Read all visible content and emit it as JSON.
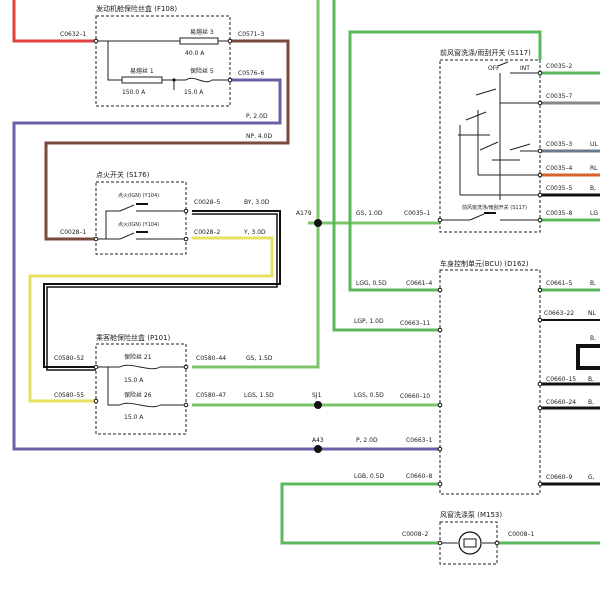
{
  "modules": {
    "engine_fuse_box": {
      "title": "发动机舱保险丝盒 (F108)"
    },
    "front_switch": {
      "title": "前风窗洗涤/雨刮开关 (S117)",
      "inner_label": "前风窗洗涤/雨刮开关 (S117)"
    },
    "ignition": {
      "title": "点火开关 (S176)"
    },
    "bcu": {
      "title": "车身控制单元(BCU) (D162)"
    },
    "cabin_fuse_box": {
      "title": "乘客舱保险丝盒 (P101)"
    },
    "washer_pump": {
      "title": "风窗洗涤泵 (M153)"
    }
  },
  "fuses": {
    "fuse3": {
      "name": "易熔丝 3",
      "rating": "40.0 A"
    },
    "fuse1": {
      "name": "易熔丝 1",
      "rating": "150.0 A"
    },
    "fuse5": {
      "name": "保险丝 5",
      "rating": "15.0 A"
    },
    "fuse21": {
      "name": "保险丝 21",
      "rating": "15.0 A"
    },
    "fuse26": {
      "name": "保险丝 26",
      "rating": "15.0 A"
    }
  },
  "switch_positions": {
    "off": "OFF",
    "int": "INT"
  },
  "ignition_contacts": [
    "点火(IGN) (Y104)",
    "点火(IGN) (Y104)"
  ],
  "connectors": {
    "c0632_1": "C0632–1",
    "c0571_3": "C0571–3",
    "c0576_6": "C0576–6",
    "c0028_5": "C0028–5",
    "c0028_1": "C0028–1",
    "c0028_2": "C0028–2",
    "c0580_52": "C0580–52",
    "c0580_55": "C0580–55",
    "c0580_44": "C0580–44",
    "c0580_47": "C0580–47",
    "c0035_2": "C0035–2",
    "c0035_7": "C0035–7",
    "c0035_3": "C0035–3",
    "c0035_4": "C0035–4",
    "c0035_5": "C0035–5",
    "c0035_1": "C0035–1",
    "c0035_8": "C0035–8",
    "c0661_4": "C0661–4",
    "c0663_11": "C0663–11",
    "c0660_10": "C0660–10",
    "c0663_1": "C0663–1",
    "c0660_8": "C0660–8",
    "c0661_5": "C0661–5",
    "c0663_22": "C0663–22",
    "c0660_15": "C0660–15",
    "c0660_24": "C0660–24",
    "c0660_9": "C0660–9",
    "c0008_2": "C0008–2",
    "c0008_1": "C0008–1"
  },
  "wires": {
    "p20_top": "P, 2.0D",
    "np40": "NP, 4.0D",
    "by30": "BY, 3.0D",
    "y30": "Y, 3.0D",
    "gs15": "GS, 1.5D",
    "lgs15": "LGS, 1.5D",
    "gs10": "GS, 1.0D",
    "lgg05": "LGG, 0.5D",
    "lgp10": "LGP, 1.0D",
    "lgs05": "LGS, 0.5D",
    "p20_bottom": "P, 2.0D",
    "lgb05": "LGB, 0.5D"
  },
  "splices": {
    "a179": "A179",
    "sj1": "SJ1",
    "a43": "A43"
  },
  "right_edge": {
    "ul": "UL",
    "rl": "RL",
    "b_1": "B,",
    "lg": "LG",
    "b_2": "B,",
    "nl": "NL",
    "b_3": "B,",
    "b_4": "B,",
    "b_5": "B,",
    "g": "G,"
  },
  "colors": {
    "red": "#e04040",
    "brown": "#7a4a3a",
    "purple": "#6b5fa8",
    "green": "#5cb85c",
    "light_green": "#7cc46a",
    "yellow": "#e8e060",
    "black": "#111111",
    "orange": "#d9622b",
    "slate": "#6a7a8a",
    "grey": "#888888"
  }
}
